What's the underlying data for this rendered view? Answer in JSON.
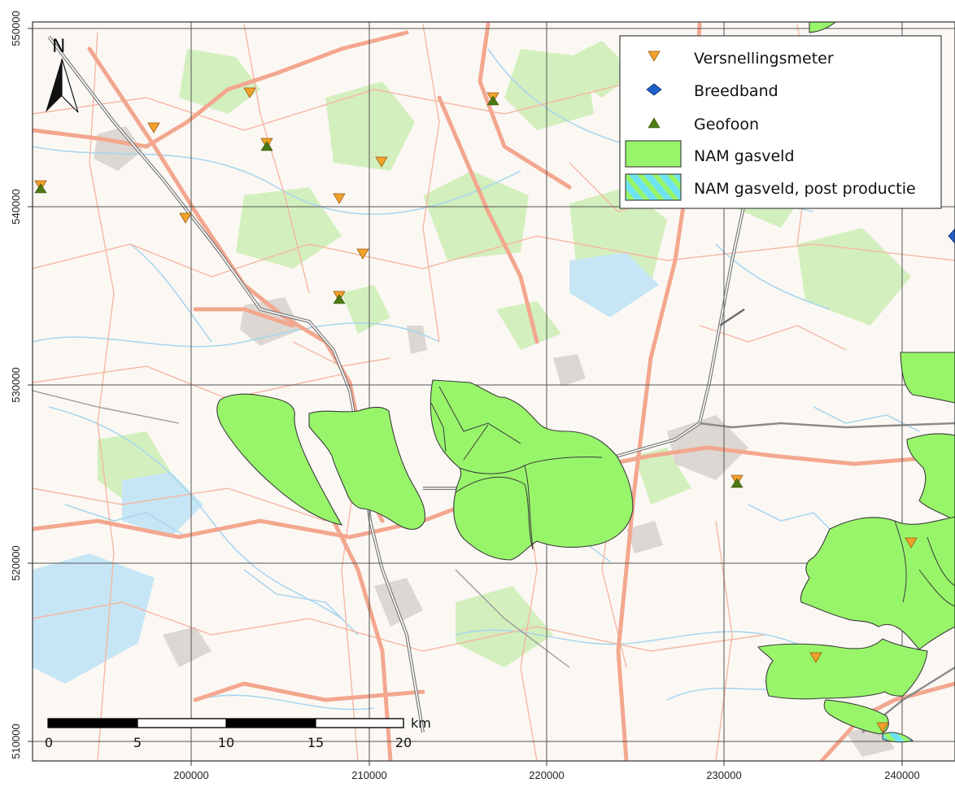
{
  "map": {
    "north_label": "N",
    "x_ticks": [
      "200000",
      "210000",
      "220000",
      "230000",
      "240000"
    ],
    "y_ticks": [
      "550000",
      "540000",
      "530000",
      "520000",
      "510000"
    ],
    "scale": {
      "unit": "km",
      "labels": [
        "0",
        "5",
        "10",
        "15",
        "20"
      ]
    },
    "legend": [
      {
        "label": "Versnellingsmeter",
        "symbol": "triangle-down",
        "color": "#f2a22a"
      },
      {
        "label": "Breedband",
        "symbol": "diamond",
        "color": "#1f5fc9"
      },
      {
        "label": "Geofoon",
        "symbol": "triangle-up",
        "color": "#4d7a12"
      },
      {
        "label": "NAM gasveld",
        "symbol": "polygon",
        "color": "#98f56a"
      },
      {
        "label": "NAM gasveld, post productie",
        "symbol": "hatched-polygon",
        "color": "#6fe3f2"
      }
    ],
    "colors": {
      "gasveld": "#98f56a",
      "post_productie": "#6fe3f2",
      "water": "#c7e7f6",
      "forest": "#cdeeb7",
      "road": "#f3ad96",
      "urban": "#d8d4d0"
    }
  }
}
